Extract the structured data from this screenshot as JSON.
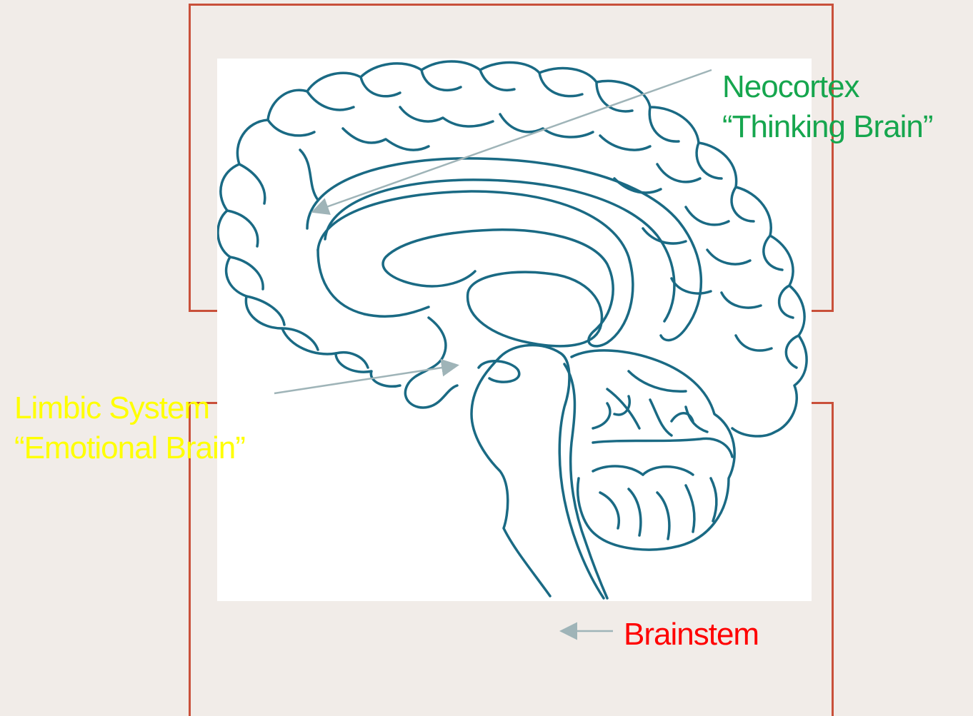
{
  "labels": {
    "neocortex": {
      "line1": "Neocortex",
      "line2": "“Thinking Brain”",
      "color": "#16a64e"
    },
    "limbic": {
      "line1": "Limbic System",
      "line2": "“Emotional Brain”",
      "color": "#ffff00"
    },
    "brainstem": {
      "text": "Brainstem",
      "color": "#ff0000"
    }
  },
  "colors": {
    "background": "#f1ece8",
    "frame": "#c9503a",
    "brain_outline": "#1a6a84",
    "arrow": "#9fb4b8"
  },
  "icons": [
    "brain-illustration",
    "arrow-icon"
  ]
}
